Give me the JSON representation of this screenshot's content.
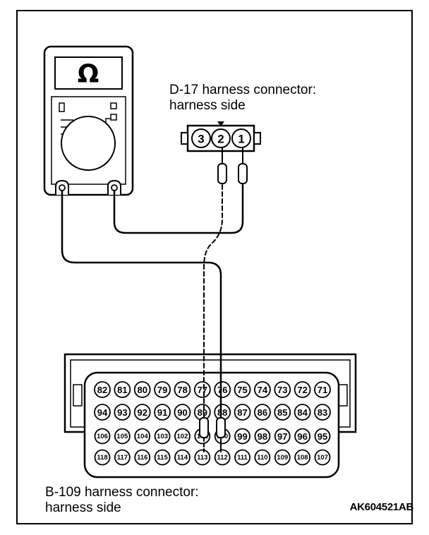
{
  "meter": {
    "display_symbol": "Ω"
  },
  "d17": {
    "label_line1": "D-17 harness connector:",
    "label_line2": "harness side",
    "pins": [
      "3",
      "2",
      "1"
    ]
  },
  "b109": {
    "label_line1": "B-109 harness connector:",
    "label_line2": "harness side",
    "rows": [
      [
        "82",
        "81",
        "80",
        "79",
        "78",
        "77",
        "76",
        "75",
        "74",
        "73",
        "72",
        "71"
      ],
      [
        "94",
        "93",
        "92",
        "91",
        "90",
        "89",
        "88",
        "87",
        "86",
        "85",
        "84",
        "83"
      ],
      [
        "106",
        "105",
        "104",
        "103",
        "102",
        "101",
        "100",
        "99",
        "98",
        "97",
        "96",
        "95"
      ],
      [
        "118",
        "117",
        "116",
        "115",
        "114",
        "113",
        "112",
        "111",
        "110",
        "109",
        "108",
        "107"
      ]
    ]
  },
  "diagram_code": "AK604521AB"
}
